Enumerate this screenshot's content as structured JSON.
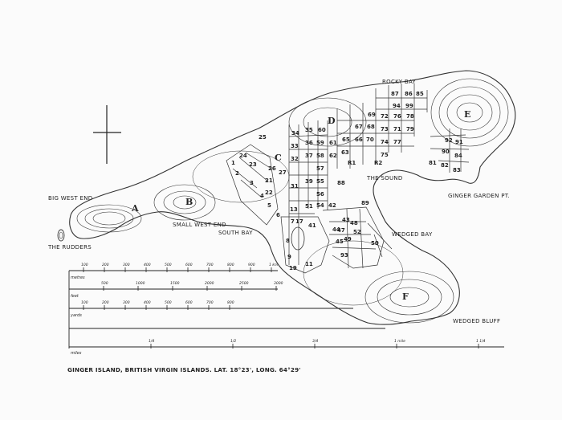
{
  "caption": "GINGER ISLAND, BRITISH VIRGIN ISLANDS. LAT. 18°23', LONG. 64°29'",
  "places": {
    "rocky_bay": "ROCKY BAY",
    "big_west_end": "BIG WEST END",
    "the_rudders": "THE RUDDERS",
    "small_west_end": "SMALL WEST END",
    "south_bay": "SOUTH BAY",
    "the_sound": "THE SOUND",
    "ginger_garden_pt": "GINGER GARDEN PT.",
    "wedged_bay": "WEDGED BAY",
    "wedged_bluff": "WEDGED BLUFF"
  },
  "peaks": {
    "a": "A",
    "b": "B",
    "c": "C",
    "d": "D",
    "e": "E",
    "f": "F"
  },
  "lots": {
    "r1": "R1",
    "r2": "R2",
    "n1": "1",
    "n2": "2",
    "n3": "3",
    "n4": "4",
    "n5": "5",
    "n6": "6",
    "n7": "7",
    "n8": "8",
    "n9": "9",
    "n11": "11",
    "n13": "13",
    "n17": "17",
    "n19": "19",
    "n21": "21",
    "n22": "22",
    "n23": "23",
    "n24": "24",
    "n25": "25",
    "n26": "26",
    "n27": "27",
    "n31": "31",
    "n32": "32",
    "n33": "33",
    "n34": "34",
    "n35": "35",
    "n36": "36",
    "n37": "37",
    "n39": "39",
    "n41": "41",
    "n42": "42",
    "n43": "43",
    "n44": "44",
    "n45": "45",
    "n47": "47",
    "n48": "48",
    "n49": "49",
    "n50": "50",
    "n51": "51",
    "n52": "52",
    "n54": "54",
    "n55": "55",
    "n56": "56",
    "n57": "57",
    "n58": "58",
    "n59": "59",
    "n60": "60",
    "n61": "61",
    "n62": "62",
    "n63": "63",
    "n65": "65",
    "n66": "66",
    "n67": "67",
    "n68": "68",
    "n69": "69",
    "n70": "70",
    "n71": "71",
    "n72": "72",
    "n73": "73",
    "n74": "74",
    "n75": "75",
    "n76": "76",
    "n77": "77",
    "n78": "78",
    "n79": "79",
    "n81": "81",
    "n82": "82",
    "n83": "83",
    "n84": "84",
    "n85": "85",
    "n86": "86",
    "n87": "87",
    "n88": "88",
    "n89": "89",
    "n90": "90",
    "n91": "91",
    "n92": "92",
    "n93": "93",
    "n94": "94",
    "n99": "99"
  },
  "scales": {
    "metres": {
      "label": "metres",
      "ticks": [
        "100",
        "200",
        "300",
        "400",
        "500",
        "600",
        "700",
        "800",
        "900",
        "1 km"
      ]
    },
    "feet": {
      "label": "feet",
      "ticks": [
        "500",
        "1000",
        "1500",
        "2000",
        "2500",
        "3000"
      ]
    },
    "yards": {
      "label": "yards",
      "ticks": [
        "100",
        "200",
        "300",
        "400",
        "500",
        "600",
        "700",
        "800"
      ]
    },
    "miles": {
      "label": "miles",
      "ticks": [
        "1/4",
        "1/2",
        "3/4",
        "1 mile",
        "1 1/4"
      ]
    }
  },
  "colors": {
    "ink": "#222222",
    "paper": "#fbfbfb"
  },
  "icons": {
    "compass": "compass-cross-icon"
  }
}
